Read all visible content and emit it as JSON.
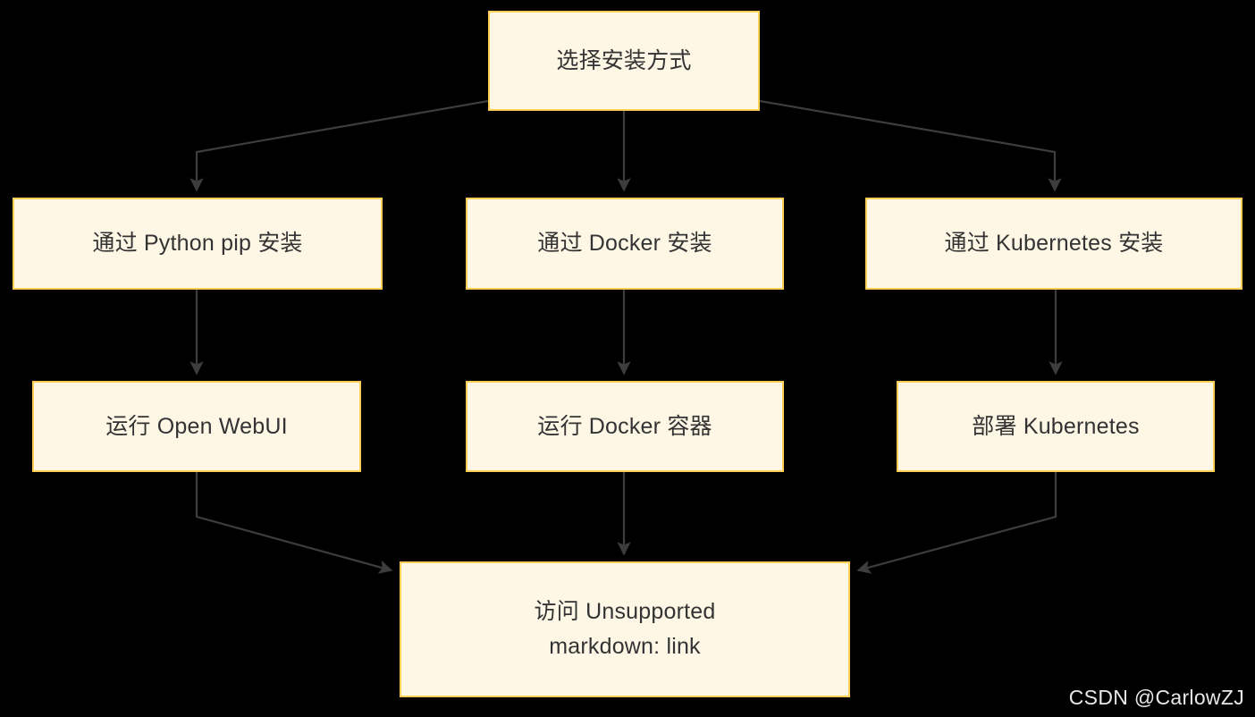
{
  "diagram": {
    "title": "选择安装方式",
    "background_color": "#000000",
    "node_fill_color": "#FFF7E6",
    "node_border_color": "#FFCE54",
    "node_text_color": "#333333",
    "edge_color": "#3D3D3D",
    "nodes": {
      "root": "选择安装方式",
      "pip": "通过 Python pip 安装",
      "docker": "通过 Docker 安装",
      "kubernetes": "通过 Kubernetes 安装",
      "run_webui": "运行 Open WebUI",
      "run_docker": "运行 Docker 容器",
      "deploy_k8s": "部署 Kubernetes",
      "access": "访问 Unsupported\nmarkdown: link"
    },
    "edges": [
      {
        "from": "root",
        "to": "pip"
      },
      {
        "from": "root",
        "to": "docker"
      },
      {
        "from": "root",
        "to": "kubernetes"
      },
      {
        "from": "pip",
        "to": "run_webui"
      },
      {
        "from": "docker",
        "to": "run_docker"
      },
      {
        "from": "kubernetes",
        "to": "deploy_k8s"
      },
      {
        "from": "run_webui",
        "to": "access"
      },
      {
        "from": "run_docker",
        "to": "access"
      },
      {
        "from": "deploy_k8s",
        "to": "access"
      }
    ]
  },
  "watermark": {
    "text": "CSDN @CarlowZJ",
    "color": "#e8e8e8"
  }
}
